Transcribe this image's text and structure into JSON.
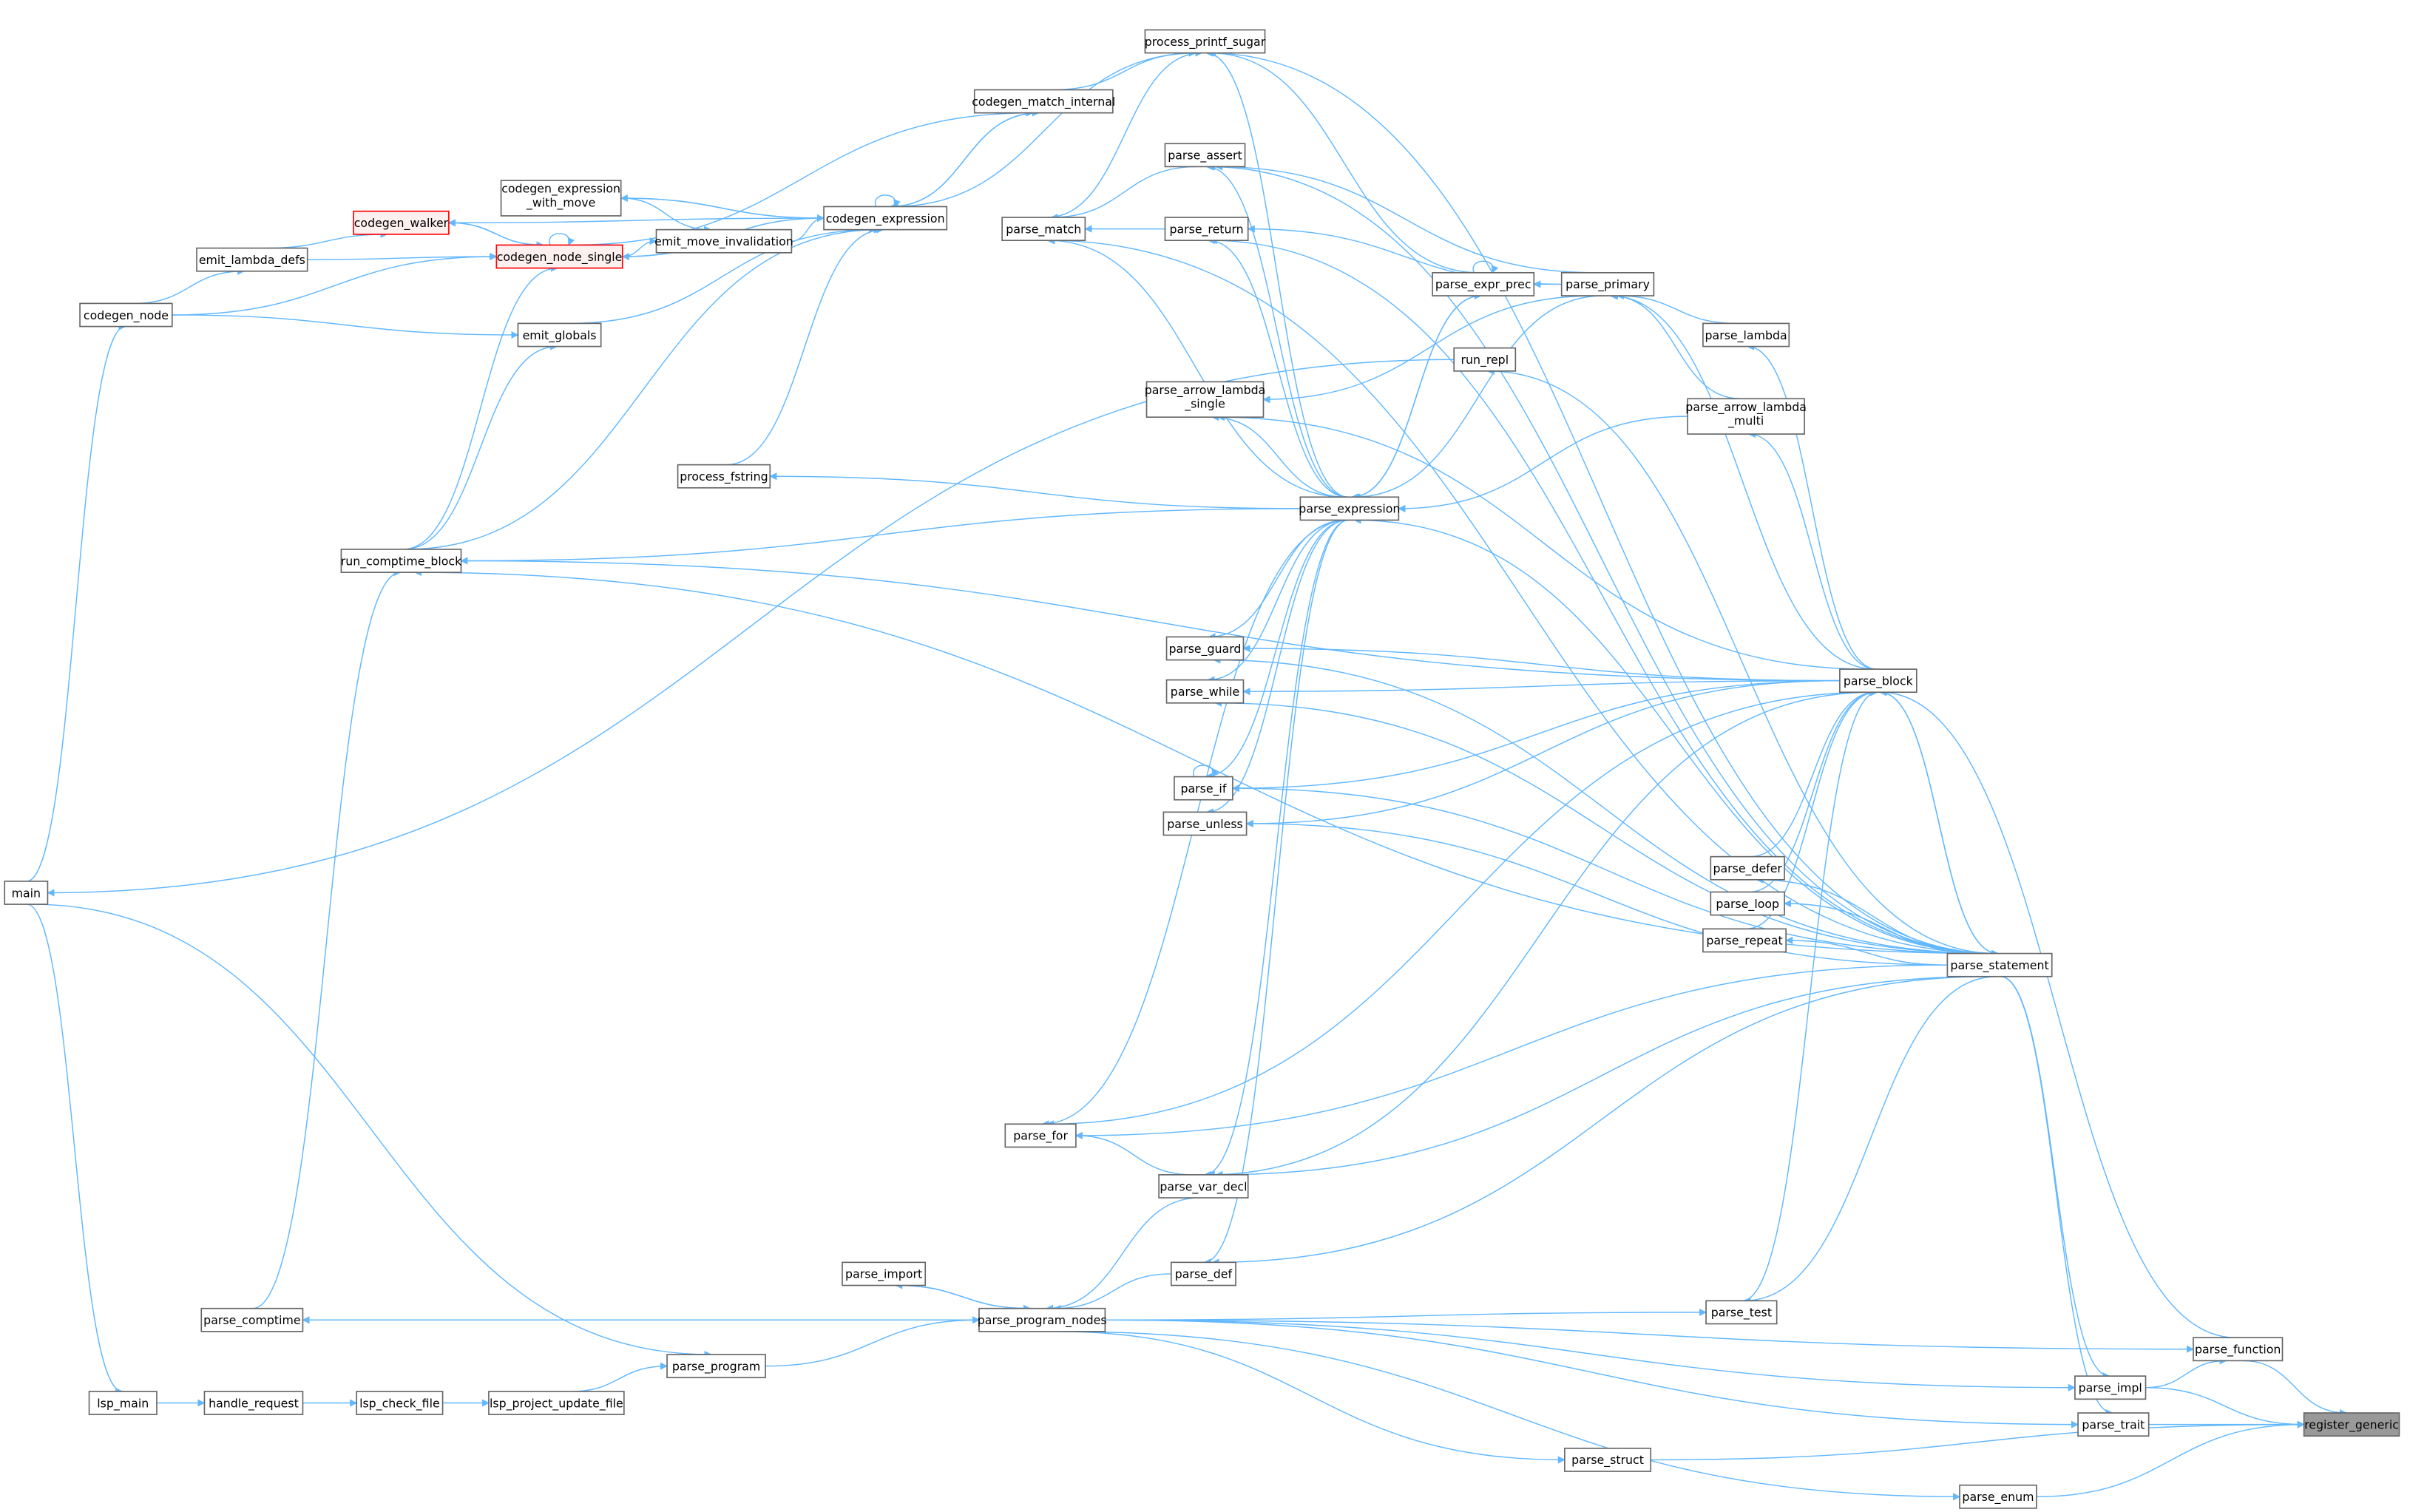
{
  "graph": {
    "title": "register_generic caller graph",
    "colors": {
      "edge": "#63b8ff",
      "root_fill": "#999999",
      "highlight_border": "#ff0000",
      "node_border": "#666666"
    },
    "nodes": [
      {
        "id": "process_printf_sugar",
        "label": "process_printf_sugar"
      },
      {
        "id": "codegen_match_internal",
        "label": "codegen_match_internal"
      },
      {
        "id": "parse_assert",
        "label": "parse_assert"
      },
      {
        "id": "codegen_expression_with_move",
        "label": "codegen_expression",
        "label2": "_with_move"
      },
      {
        "id": "codegen_walker",
        "label": "codegen_walker",
        "style": "hl"
      },
      {
        "id": "codegen_expression",
        "label": "codegen_expression"
      },
      {
        "id": "parse_match",
        "label": "parse_match"
      },
      {
        "id": "parse_return",
        "label": "parse_return"
      },
      {
        "id": "emit_lambda_defs",
        "label": "emit_lambda_defs"
      },
      {
        "id": "codegen_node_single",
        "label": "codegen_node_single",
        "style": "hl"
      },
      {
        "id": "emit_move_invalidation",
        "label": "emit_move_invalidation"
      },
      {
        "id": "parse_expr_prec",
        "label": "parse_expr_prec"
      },
      {
        "id": "parse_primary",
        "label": "parse_primary"
      },
      {
        "id": "codegen_node",
        "label": "codegen_node"
      },
      {
        "id": "emit_globals",
        "label": "emit_globals"
      },
      {
        "id": "parse_lambda",
        "label": "parse_lambda"
      },
      {
        "id": "run_repl",
        "label": "run_repl"
      },
      {
        "id": "parse_arrow_lambda_single",
        "label": "parse_arrow_lambda",
        "label2": "_single"
      },
      {
        "id": "parse_arrow_lambda_multi",
        "label": "parse_arrow_lambda",
        "label2": "_multi"
      },
      {
        "id": "process_fstring",
        "label": "process_fstring"
      },
      {
        "id": "parse_expression",
        "label": "parse_expression"
      },
      {
        "id": "run_comptime_block",
        "label": "run_comptime_block"
      },
      {
        "id": "parse_guard",
        "label": "parse_guard"
      },
      {
        "id": "parse_block",
        "label": "parse_block"
      },
      {
        "id": "parse_while",
        "label": "parse_while"
      },
      {
        "id": "parse_if",
        "label": "parse_if"
      },
      {
        "id": "parse_unless",
        "label": "parse_unless"
      },
      {
        "id": "parse_defer",
        "label": "parse_defer"
      },
      {
        "id": "main",
        "label": "main"
      },
      {
        "id": "parse_loop",
        "label": "parse_loop"
      },
      {
        "id": "parse_repeat",
        "label": "parse_repeat"
      },
      {
        "id": "parse_statement",
        "label": "parse_statement"
      },
      {
        "id": "parse_for",
        "label": "parse_for"
      },
      {
        "id": "parse_var_decl",
        "label": "parse_var_decl"
      },
      {
        "id": "parse_import",
        "label": "parse_import"
      },
      {
        "id": "parse_def",
        "label": "parse_def"
      },
      {
        "id": "parse_test",
        "label": "parse_test"
      },
      {
        "id": "parse_comptime",
        "label": "parse_comptime"
      },
      {
        "id": "parse_program_nodes",
        "label": "parse_program_nodes"
      },
      {
        "id": "parse_function",
        "label": "parse_function"
      },
      {
        "id": "parse_program",
        "label": "parse_program"
      },
      {
        "id": "parse_impl",
        "label": "parse_impl"
      },
      {
        "id": "lsp_main",
        "label": "lsp_main"
      },
      {
        "id": "handle_request",
        "label": "handle_request"
      },
      {
        "id": "lsp_check_file",
        "label": "lsp_check_file"
      },
      {
        "id": "lsp_project_update_file",
        "label": "lsp_project_update_file"
      },
      {
        "id": "register_generic",
        "label": "register_generic",
        "style": "root"
      },
      {
        "id": "parse_trait",
        "label": "parse_trait"
      },
      {
        "id": "parse_struct",
        "label": "parse_struct"
      },
      {
        "id": "parse_enum",
        "label": "parse_enum"
      }
    ],
    "edges": [
      [
        "parse_function",
        "register_generic"
      ],
      [
        "parse_impl",
        "register_generic"
      ],
      [
        "parse_trait",
        "register_generic"
      ],
      [
        "parse_struct",
        "register_generic"
      ],
      [
        "parse_enum",
        "register_generic"
      ],
      [
        "parse_impl",
        "parse_function"
      ],
      [
        "parse_program_nodes",
        "parse_function"
      ],
      [
        "parse_program_nodes",
        "parse_impl"
      ],
      [
        "parse_program_nodes",
        "parse_trait"
      ],
      [
        "parse_program_nodes",
        "parse_struct"
      ],
      [
        "parse_program_nodes",
        "parse_enum"
      ],
      [
        "parse_statement",
        "parse_impl"
      ],
      [
        "parse_statement",
        "parse_trait"
      ],
      [
        "parse_function",
        "parse_block"
      ],
      [
        "parse_program_nodes",
        "parse_test"
      ],
      [
        "parse_statement",
        "parse_test"
      ],
      [
        "parse_test",
        "parse_block"
      ],
      [
        "parse_block",
        "parse_statement"
      ],
      [
        "parse_statement",
        "parse_block"
      ],
      [
        "parse_statement",
        "parse_defer"
      ],
      [
        "parse_statement",
        "parse_loop"
      ],
      [
        "parse_statement",
        "parse_repeat"
      ],
      [
        "parse_defer",
        "parse_block"
      ],
      [
        "parse_loop",
        "parse_block"
      ],
      [
        "parse_repeat",
        "parse_block"
      ],
      [
        "parse_statement",
        "parse_for"
      ],
      [
        "parse_statement",
        "parse_var_decl"
      ],
      [
        "parse_statement",
        "parse_def"
      ],
      [
        "parse_statement",
        "parse_if"
      ],
      [
        "parse_statement",
        "parse_while"
      ],
      [
        "parse_statement",
        "parse_guard"
      ],
      [
        "parse_statement",
        "parse_unless"
      ],
      [
        "parse_statement",
        "parse_match"
      ],
      [
        "parse_statement",
        "parse_return"
      ],
      [
        "parse_statement",
        "parse_assert"
      ],
      [
        "parse_statement",
        "process_printf_sugar"
      ],
      [
        "parse_statement",
        "run_comptime_block"
      ],
      [
        "parse_statement",
        "parse_expression"
      ],
      [
        "parse_statement",
        "run_repl"
      ],
      [
        "parse_block",
        "parse_if"
      ],
      [
        "parse_block",
        "parse_while"
      ],
      [
        "parse_block",
        "parse_guard"
      ],
      [
        "parse_block",
        "parse_unless"
      ],
      [
        "parse_block",
        "parse_for"
      ],
      [
        "parse_block",
        "parse_var_decl"
      ],
      [
        "parse_block",
        "run_comptime_block"
      ],
      [
        "parse_block",
        "parse_lambda"
      ],
      [
        "parse_block",
        "parse_arrow_lambda_multi"
      ],
      [
        "parse_block",
        "parse_arrow_lambda_single"
      ],
      [
        "parse_block",
        "parse_primary"
      ],
      [
        "parse_lambda",
        "parse_primary"
      ],
      [
        "parse_arrow_lambda_multi",
        "parse_primary"
      ],
      [
        "parse_arrow_lambda_multi",
        "parse_expression"
      ],
      [
        "parse_primary",
        "parse_expr_prec"
      ],
      [
        "parse_expr_prec",
        "parse_expr_prec"
      ],
      [
        "parse_expr_prec",
        "parse_expression"
      ],
      [
        "parse_expression",
        "parse_expr_prec"
      ],
      [
        "parse_primary",
        "parse_expression"
      ],
      [
        "parse_primary",
        "parse_assert"
      ],
      [
        "parse_primary",
        "parse_return"
      ],
      [
        "parse_primary",
        "parse_arrow_lambda_single"
      ],
      [
        "parse_expr_prec",
        "process_printf_sugar"
      ],
      [
        "parse_expression",
        "parse_assert"
      ],
      [
        "parse_expression",
        "parse_return"
      ],
      [
        "parse_expression",
        "parse_match"
      ],
      [
        "parse_expression",
        "process_printf_sugar"
      ],
      [
        "parse_expression",
        "parse_arrow_lambda_single"
      ],
      [
        "parse_expression",
        "process_fstring"
      ],
      [
        "parse_expression",
        "run_comptime_block"
      ],
      [
        "parse_expression",
        "parse_guard"
      ],
      [
        "parse_expression",
        "parse_while"
      ],
      [
        "parse_expression",
        "parse_if"
      ],
      [
        "parse_expression",
        "parse_unless"
      ],
      [
        "parse_expression",
        "parse_for"
      ],
      [
        "parse_expression",
        "parse_var_decl"
      ],
      [
        "parse_expression",
        "parse_def"
      ],
      [
        "parse_return",
        "parse_match"
      ],
      [
        "parse_assert",
        "parse_match"
      ],
      [
        "parse_match",
        "process_printf_sugar"
      ],
      [
        "parse_if",
        "parse_if"
      ],
      [
        "parse_var_decl",
        "parse_for"
      ],
      [
        "parse_var_decl",
        "parse_program_nodes"
      ],
      [
        "parse_def",
        "parse_program_nodes"
      ],
      [
        "parse_import",
        "parse_program_nodes"
      ],
      [
        "parse_program_nodes",
        "parse_import"
      ],
      [
        "parse_program_nodes",
        "parse_comptime"
      ],
      [
        "parse_comptime",
        "parse_program_nodes"
      ],
      [
        "parse_comptime",
        "run_comptime_block"
      ],
      [
        "parse_program",
        "parse_program_nodes"
      ],
      [
        "lsp_project_update_file",
        "parse_program"
      ],
      [
        "lsp_check_file",
        "lsp_project_update_file"
      ],
      [
        "handle_request",
        "lsp_check_file"
      ],
      [
        "lsp_main",
        "handle_request"
      ],
      [
        "main",
        "lsp_main"
      ],
      [
        "main",
        "codegen_node"
      ],
      [
        "main",
        "parse_program"
      ],
      [
        "run_repl",
        "main"
      ],
      [
        "run_comptime_block",
        "codegen_node_single"
      ],
      [
        "run_comptime_block",
        "emit_globals"
      ],
      [
        "run_comptime_block",
        "codegen_expression"
      ],
      [
        "codegen_node",
        "emit_lambda_defs"
      ],
      [
        "codegen_node",
        "codegen_node_single"
      ],
      [
        "codegen_node",
        "emit_globals"
      ],
      [
        "emit_lambda_defs",
        "codegen_walker"
      ],
      [
        "emit_lambda_defs",
        "codegen_node_single"
      ],
      [
        "codegen_walker",
        "codegen_node_single"
      ],
      [
        "codegen_node_single",
        "codegen_walker"
      ],
      [
        "codegen_node_single",
        "codegen_node_single"
      ],
      [
        "codegen_node_single",
        "emit_move_invalidation"
      ],
      [
        "codegen_node_single",
        "codegen_match_internal"
      ],
      [
        "codegen_node_single",
        "codegen_expression"
      ],
      [
        "codegen_expression",
        "codegen_node_single"
      ],
      [
        "codegen_expression",
        "codegen_walker"
      ],
      [
        "codegen_expression",
        "codegen_expression_with_move"
      ],
      [
        "codegen_expression",
        "codegen_match_internal"
      ],
      [
        "codegen_expression",
        "codegen_expression"
      ],
      [
        "codegen_expression_with_move",
        "codegen_expression"
      ],
      [
        "codegen_expression_with_move",
        "emit_move_invalidation"
      ],
      [
        "emit_move_invalidation",
        "codegen_expression"
      ],
      [
        "codegen_match_internal",
        "codegen_expression"
      ],
      [
        "codegen_match_internal",
        "process_printf_sugar"
      ],
      [
        "process_printf_sugar",
        "codegen_expression"
      ],
      [
        "process_fstring",
        "codegen_expression"
      ],
      [
        "emit_globals",
        "codegen_expression"
      ]
    ]
  }
}
